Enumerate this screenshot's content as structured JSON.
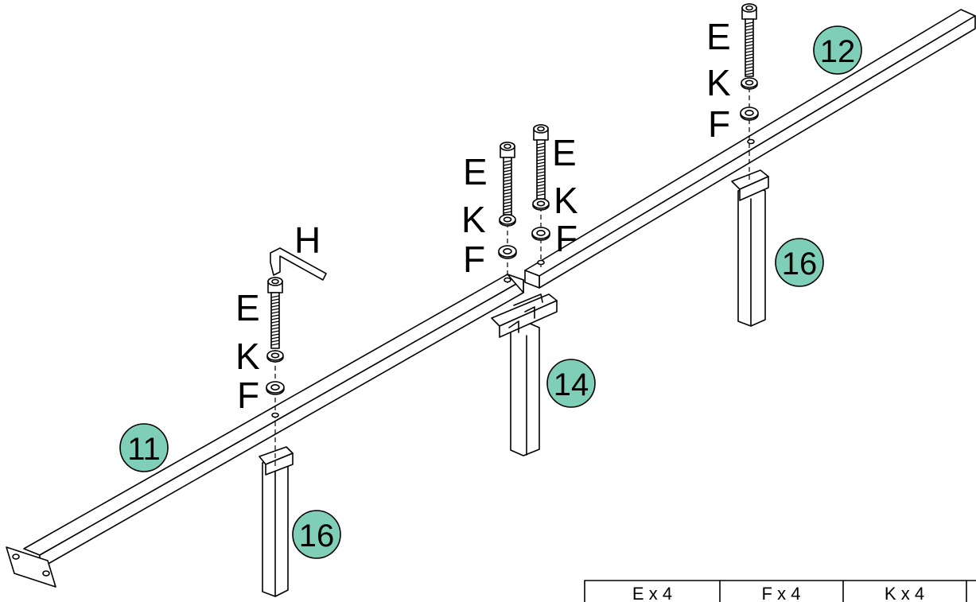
{
  "parts": {
    "bar_left": "11",
    "bar_right": "12",
    "center_leg": "14",
    "leg_left": "16",
    "leg_right": "16"
  },
  "hardware_labels": {
    "bolt": "E",
    "lock_washer": "K",
    "flat_washer": "F",
    "hex_key": "H"
  },
  "quantity_table": [
    "E x 4",
    "F x 4",
    "K x 4"
  ]
}
